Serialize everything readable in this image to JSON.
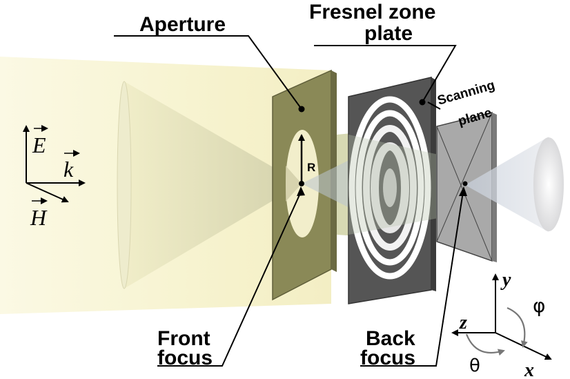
{
  "labels": {
    "aperture": "Aperture",
    "fresnel_line1": "Fresnel zone",
    "fresnel_line2": "plate",
    "scanning_line1": "Scanning",
    "scanning_line2": "plane",
    "front_line1": "Front",
    "front_line2": "focus",
    "back_line1": "Back",
    "back_line2": "focus",
    "radius": "R"
  },
  "field_vectors": {
    "E": "E",
    "k": "k",
    "H": "H"
  },
  "axes": {
    "x": "x",
    "y": "y",
    "z": "z",
    "theta": "θ",
    "phi": "φ"
  },
  "colors": {
    "beam": "#f7f3d0",
    "aperture": "#8a8957",
    "zone_plate": "#555555",
    "scanning_plane": "#a9a9a9",
    "text": "#000000"
  }
}
